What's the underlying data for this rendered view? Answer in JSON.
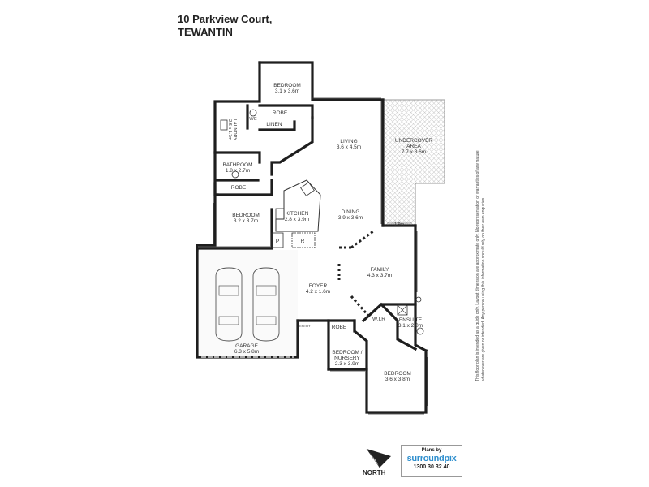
{
  "header": {
    "address_line1": "10 Parkview Court,",
    "address_line2": "TEWANTIN"
  },
  "rooms": {
    "bedroom_top": {
      "name": "BEDROOM",
      "size": "3.1 x 3.6m"
    },
    "robe_top": {
      "name": "ROBE"
    },
    "wc": {
      "name": "WC"
    },
    "linen": {
      "name": "LINEN"
    },
    "laundry": {
      "name": "LAUNDRY",
      "size": "2.6 x 1.7m"
    },
    "living": {
      "name": "LIVING",
      "size": "3.6 x 4.5m"
    },
    "undercover": {
      "name": "UNDERCOVER",
      "name2": "AREA",
      "size": "7.7 x 3.6m"
    },
    "bathroom": {
      "name": "BATHROOM",
      "size": "1.8 x 2.7m"
    },
    "robe_left": {
      "name": "ROBE"
    },
    "bedroom_left": {
      "name": "BEDROOM",
      "size": "3.2 x 3.7m"
    },
    "kitchen": {
      "name": "KITCHEN",
      "size": "2.8 x 3.9m"
    },
    "dining": {
      "name": "DINING",
      "size": "3.9 x 3.6m"
    },
    "pantry": {
      "name": "P"
    },
    "fridge": {
      "name": "R"
    },
    "family": {
      "name": "FAMILY",
      "size": "4.3 x 3.7m"
    },
    "foyer": {
      "name": "FOYER",
      "size": "4.2 x 1.6m"
    },
    "garage": {
      "name": "GARAGE",
      "size": "6.3 x 5.8m"
    },
    "entry": {
      "name": "ENTRY"
    },
    "robe_nursery": {
      "name": "ROBE"
    },
    "wir": {
      "name": "W.I.R"
    },
    "ensuite": {
      "name": "ENSUITE",
      "size": "3.1 x 2.0m"
    },
    "nursery": {
      "name": "BEDROOM /",
      "name2": "NURSERY",
      "size": "2.3 x 3.9m"
    },
    "bedroom_main": {
      "name": "BEDROOM",
      "size": "3.6 x 3.8m"
    }
  },
  "dimension_note": "1.9m",
  "compass": {
    "label": "NORTH",
    "icon": "north-arrow-icon"
  },
  "badge": {
    "plans_by": "Plans by",
    "brand_a": "surr",
    "brand_b": "oundpix",
    "phone": "1300 30 32 40"
  },
  "disclaimer": "This floor plan is intended as a guide only. Layout dimension are approximate only. No representation or warranties of any nature whatsoever are given or intended. Any person using this information should rely on their own enquiries."
}
